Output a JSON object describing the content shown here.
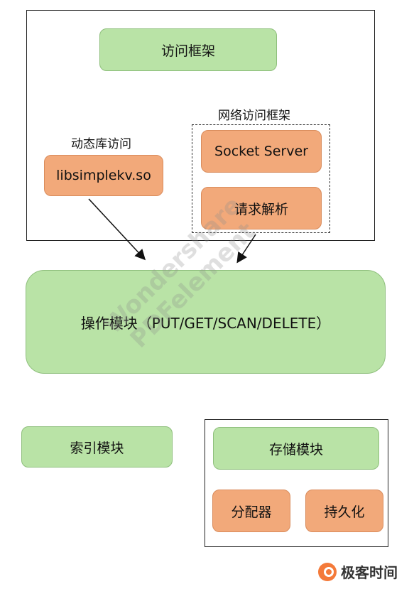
{
  "diagram": {
    "access_framework": "访问框架",
    "network_access_framework": "网络访问框架",
    "socket_server": "Socket Server",
    "request_parsing": "请求解析",
    "dynamic_lib_access": "动态库访问",
    "libsimplekv": "libsimplekv.so",
    "operation_module": "操作模块（PUT/GET/SCAN/DELETE）",
    "index_module": "索引模块",
    "storage_module": "存储模块",
    "allocator": "分配器",
    "persistence": "持久化"
  },
  "watermark": {
    "line1": "Wondershare",
    "line2": "PDFelement"
  },
  "logo": {
    "text": "极客时间"
  }
}
